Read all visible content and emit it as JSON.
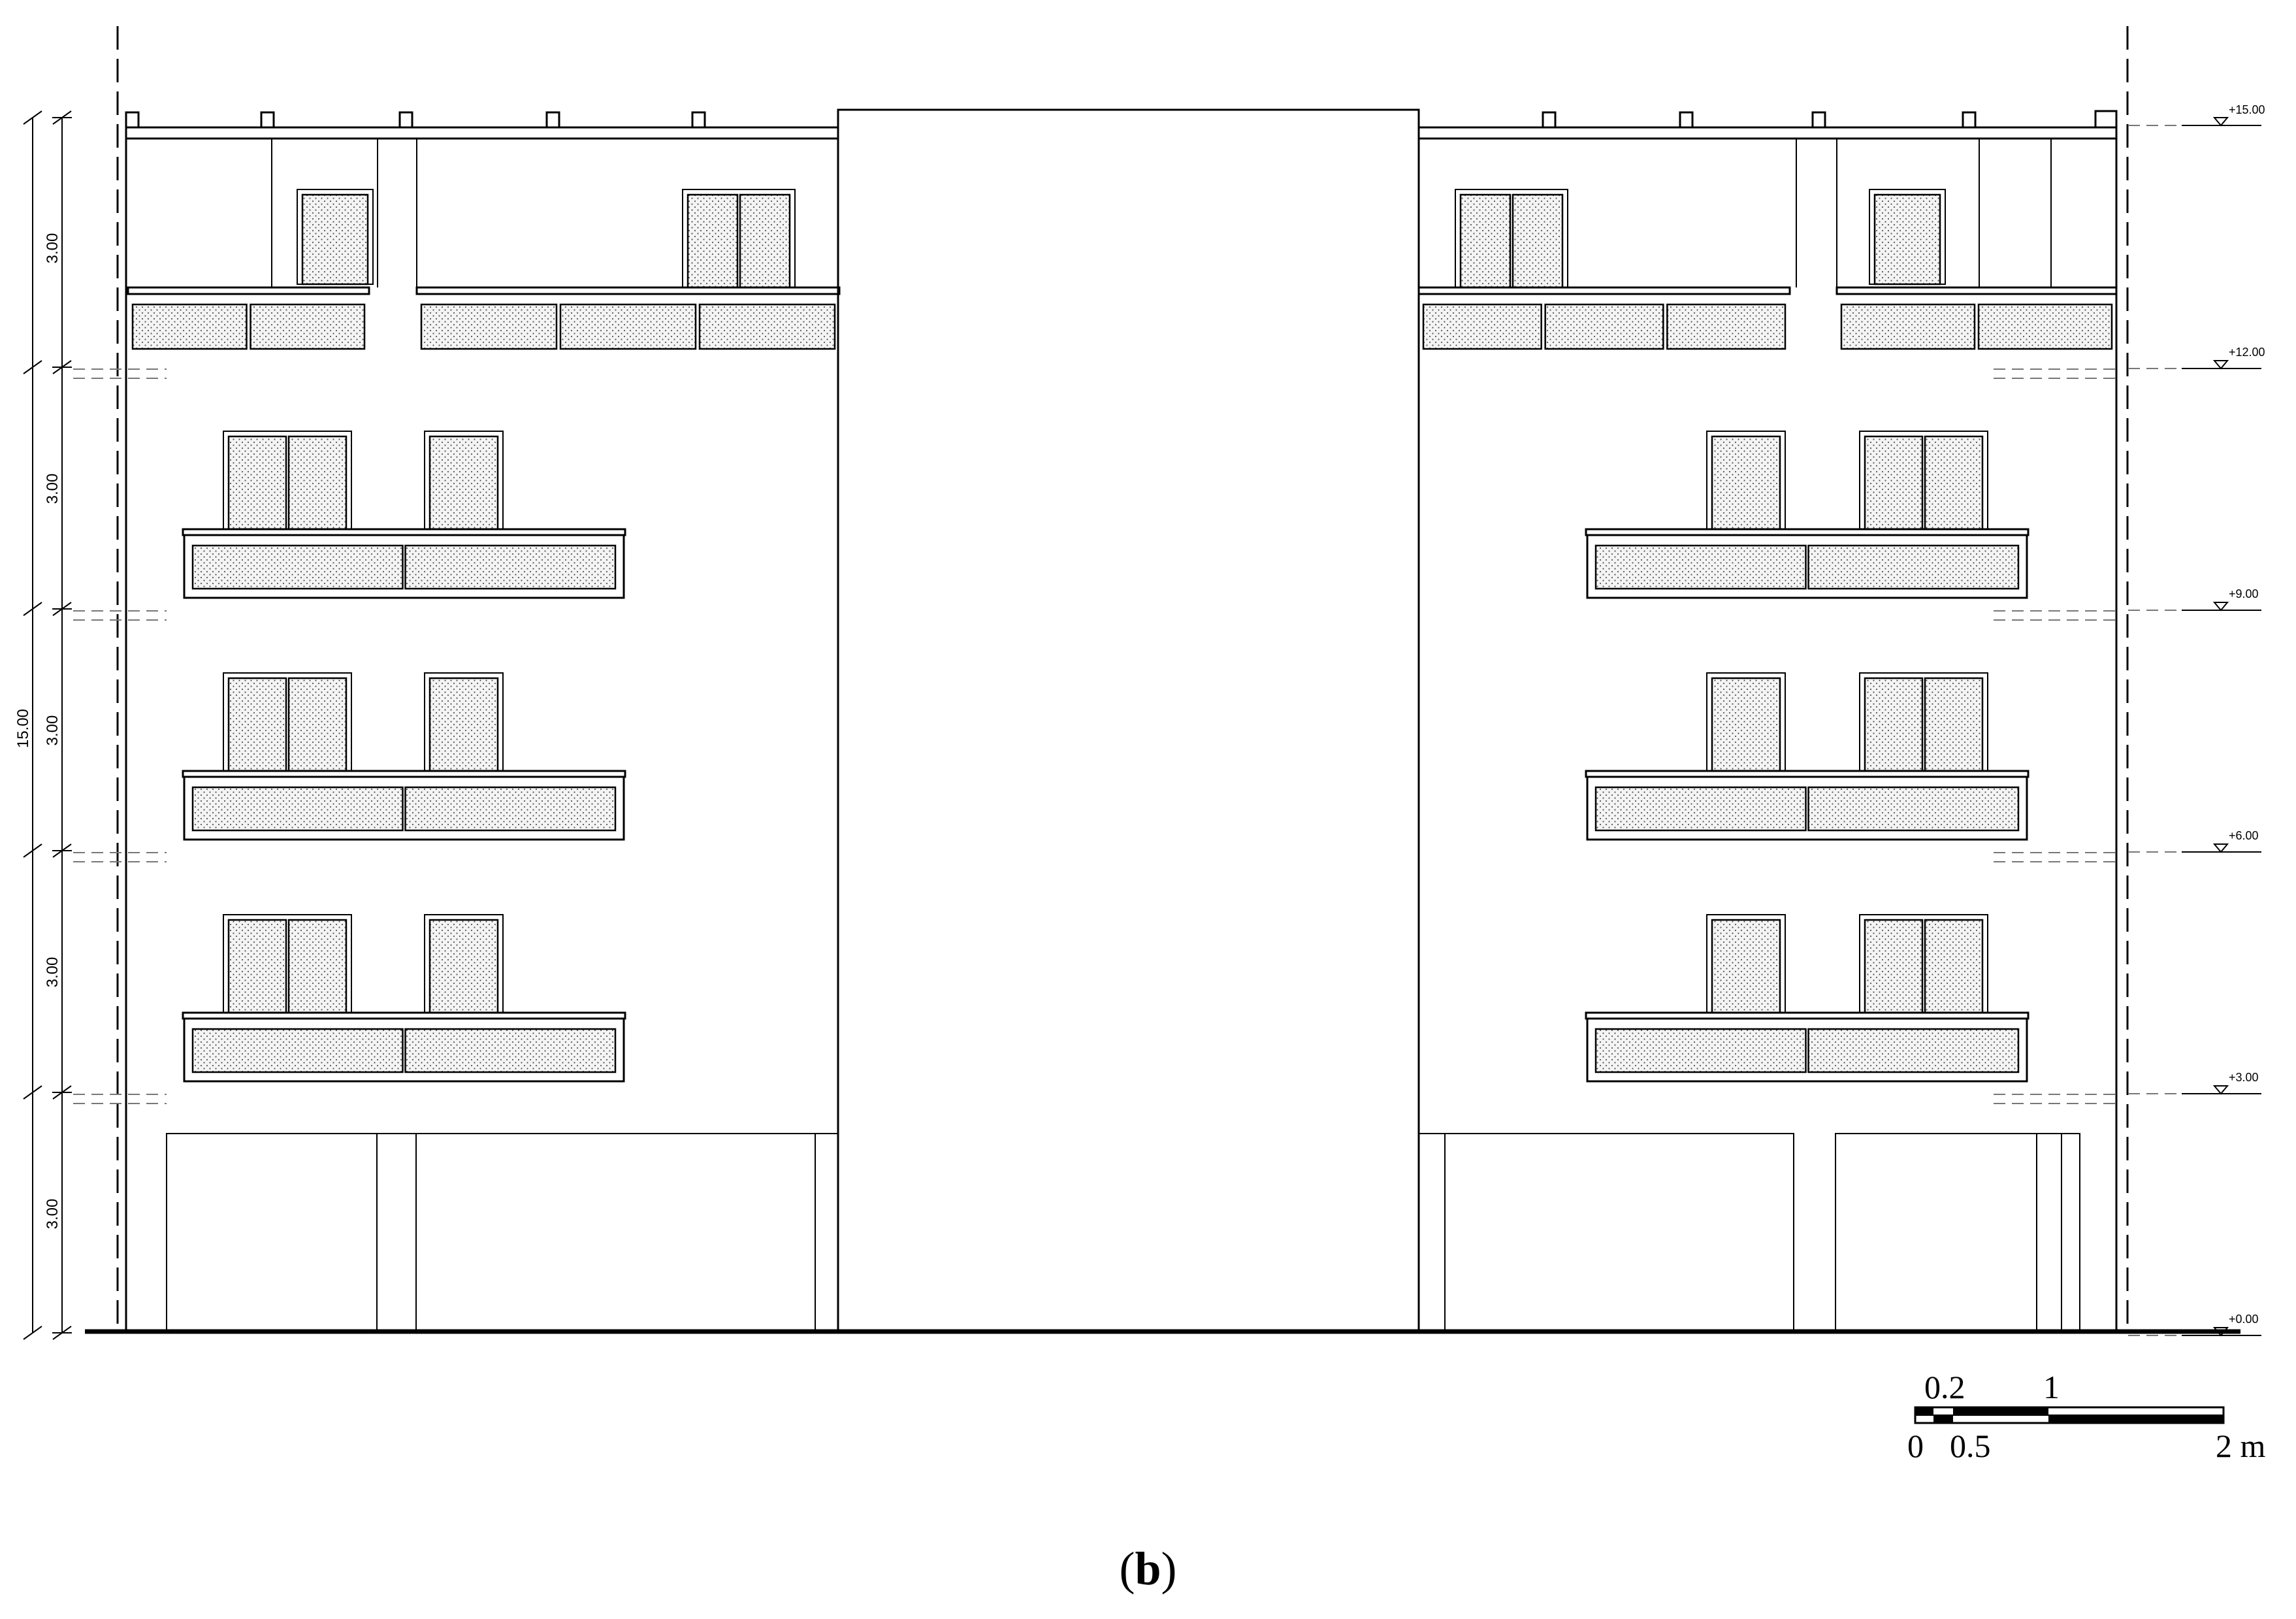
{
  "elevation": {
    "levels": [
      "+15.00",
      "+12.00",
      "+9.00",
      "+6.00",
      "+3.00",
      "+0.00"
    ],
    "storey_dims": [
      "3.00",
      "3.00",
      "3.00",
      "3.00",
      "3.00"
    ],
    "total_height": "15.00"
  },
  "scale_bar": {
    "labels_top": [
      "0.2",
      "1"
    ],
    "labels_bottom": [
      "0",
      "0.5",
      "2 m"
    ]
  },
  "caption": {
    "open": "(",
    "letter": "b",
    "close": ")"
  }
}
